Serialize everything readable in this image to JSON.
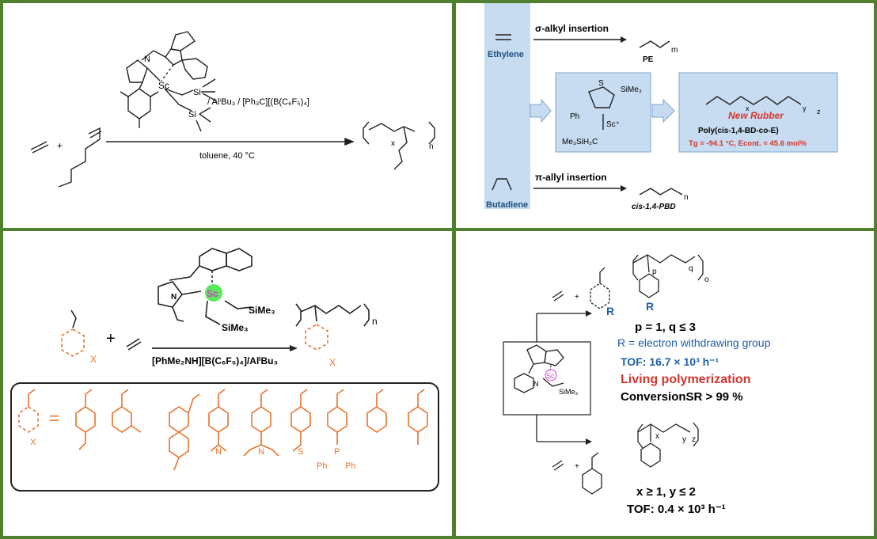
{
  "panel1": {
    "cocatalyst": "/ AlⁱBu₃ / [Ph₃C][(B(C₆F₅)₄]",
    "conditions": "toluene, 40 °C",
    "plus": "+",
    "x": "x",
    "n": "n",
    "sc": "Sc",
    "si": "Si",
    "n_atom": "N"
  },
  "panel2": {
    "ethylene": "Ethylene",
    "butadiene": "Butadiene",
    "sigma": "σ-alkyl insertion",
    "pi": "π-allyl insertion",
    "pe": "PE",
    "pbd": "cis-1,4-PBD",
    "m": "m",
    "n": "n",
    "x": "x",
    "y": "y",
    "z": "z",
    "new_rubber": "New Rubber",
    "poly": "Poly(cis-1,4-BD-co-E)",
    "tg": "Tg = -94.1 °C, Econt. = 45.6 mol%",
    "s": "S",
    "sime3": "SiMe₃",
    "ph": "Ph",
    "sc": "Sc⁺",
    "me3sih2c": "Me₃SiH₂C"
  },
  "panel3": {
    "sime3_a": "SiMe₃",
    "sime3_b": "SiMe₃",
    "sc": "Sc",
    "cocat": "[PhMe₂NH][B(C₆F₅)₄]/AlⁱBu₃",
    "plus": "+",
    "x": "X",
    "n": "n",
    "equals": "=",
    "n_atom": "N",
    "s_atom": "S",
    "p_atom": "P",
    "ph": "Ph"
  },
  "panel4": {
    "p_q": "p = 1, q ≤  3",
    "r_def": "R = electron withdrawing group",
    "tof1": "TOF: 16.7 × 10³ h⁻¹",
    "living": "Living polymerization",
    "conversion": "ConversionSR > 99 %",
    "xy": "x ≥ 1, y ≤ 2",
    "tof2": "TOF: 0.4 × 10³ h⁻¹",
    "r": "R",
    "p": "p",
    "q": "q",
    "o": "o",
    "x": "x",
    "y": "y",
    "z": "z",
    "sc": "Sc",
    "n_atom": "N",
    "sime3": "SiMe₃",
    "plus": "+"
  },
  "colors": {
    "frame": "#4f7f2f",
    "orange": "#e8732c",
    "blue": "#1f5fa8",
    "red": "#d6352c",
    "panel_blue": "#c7dcf0",
    "sc_green": "#5be85b",
    "sc_text": "#d63ad6"
  }
}
